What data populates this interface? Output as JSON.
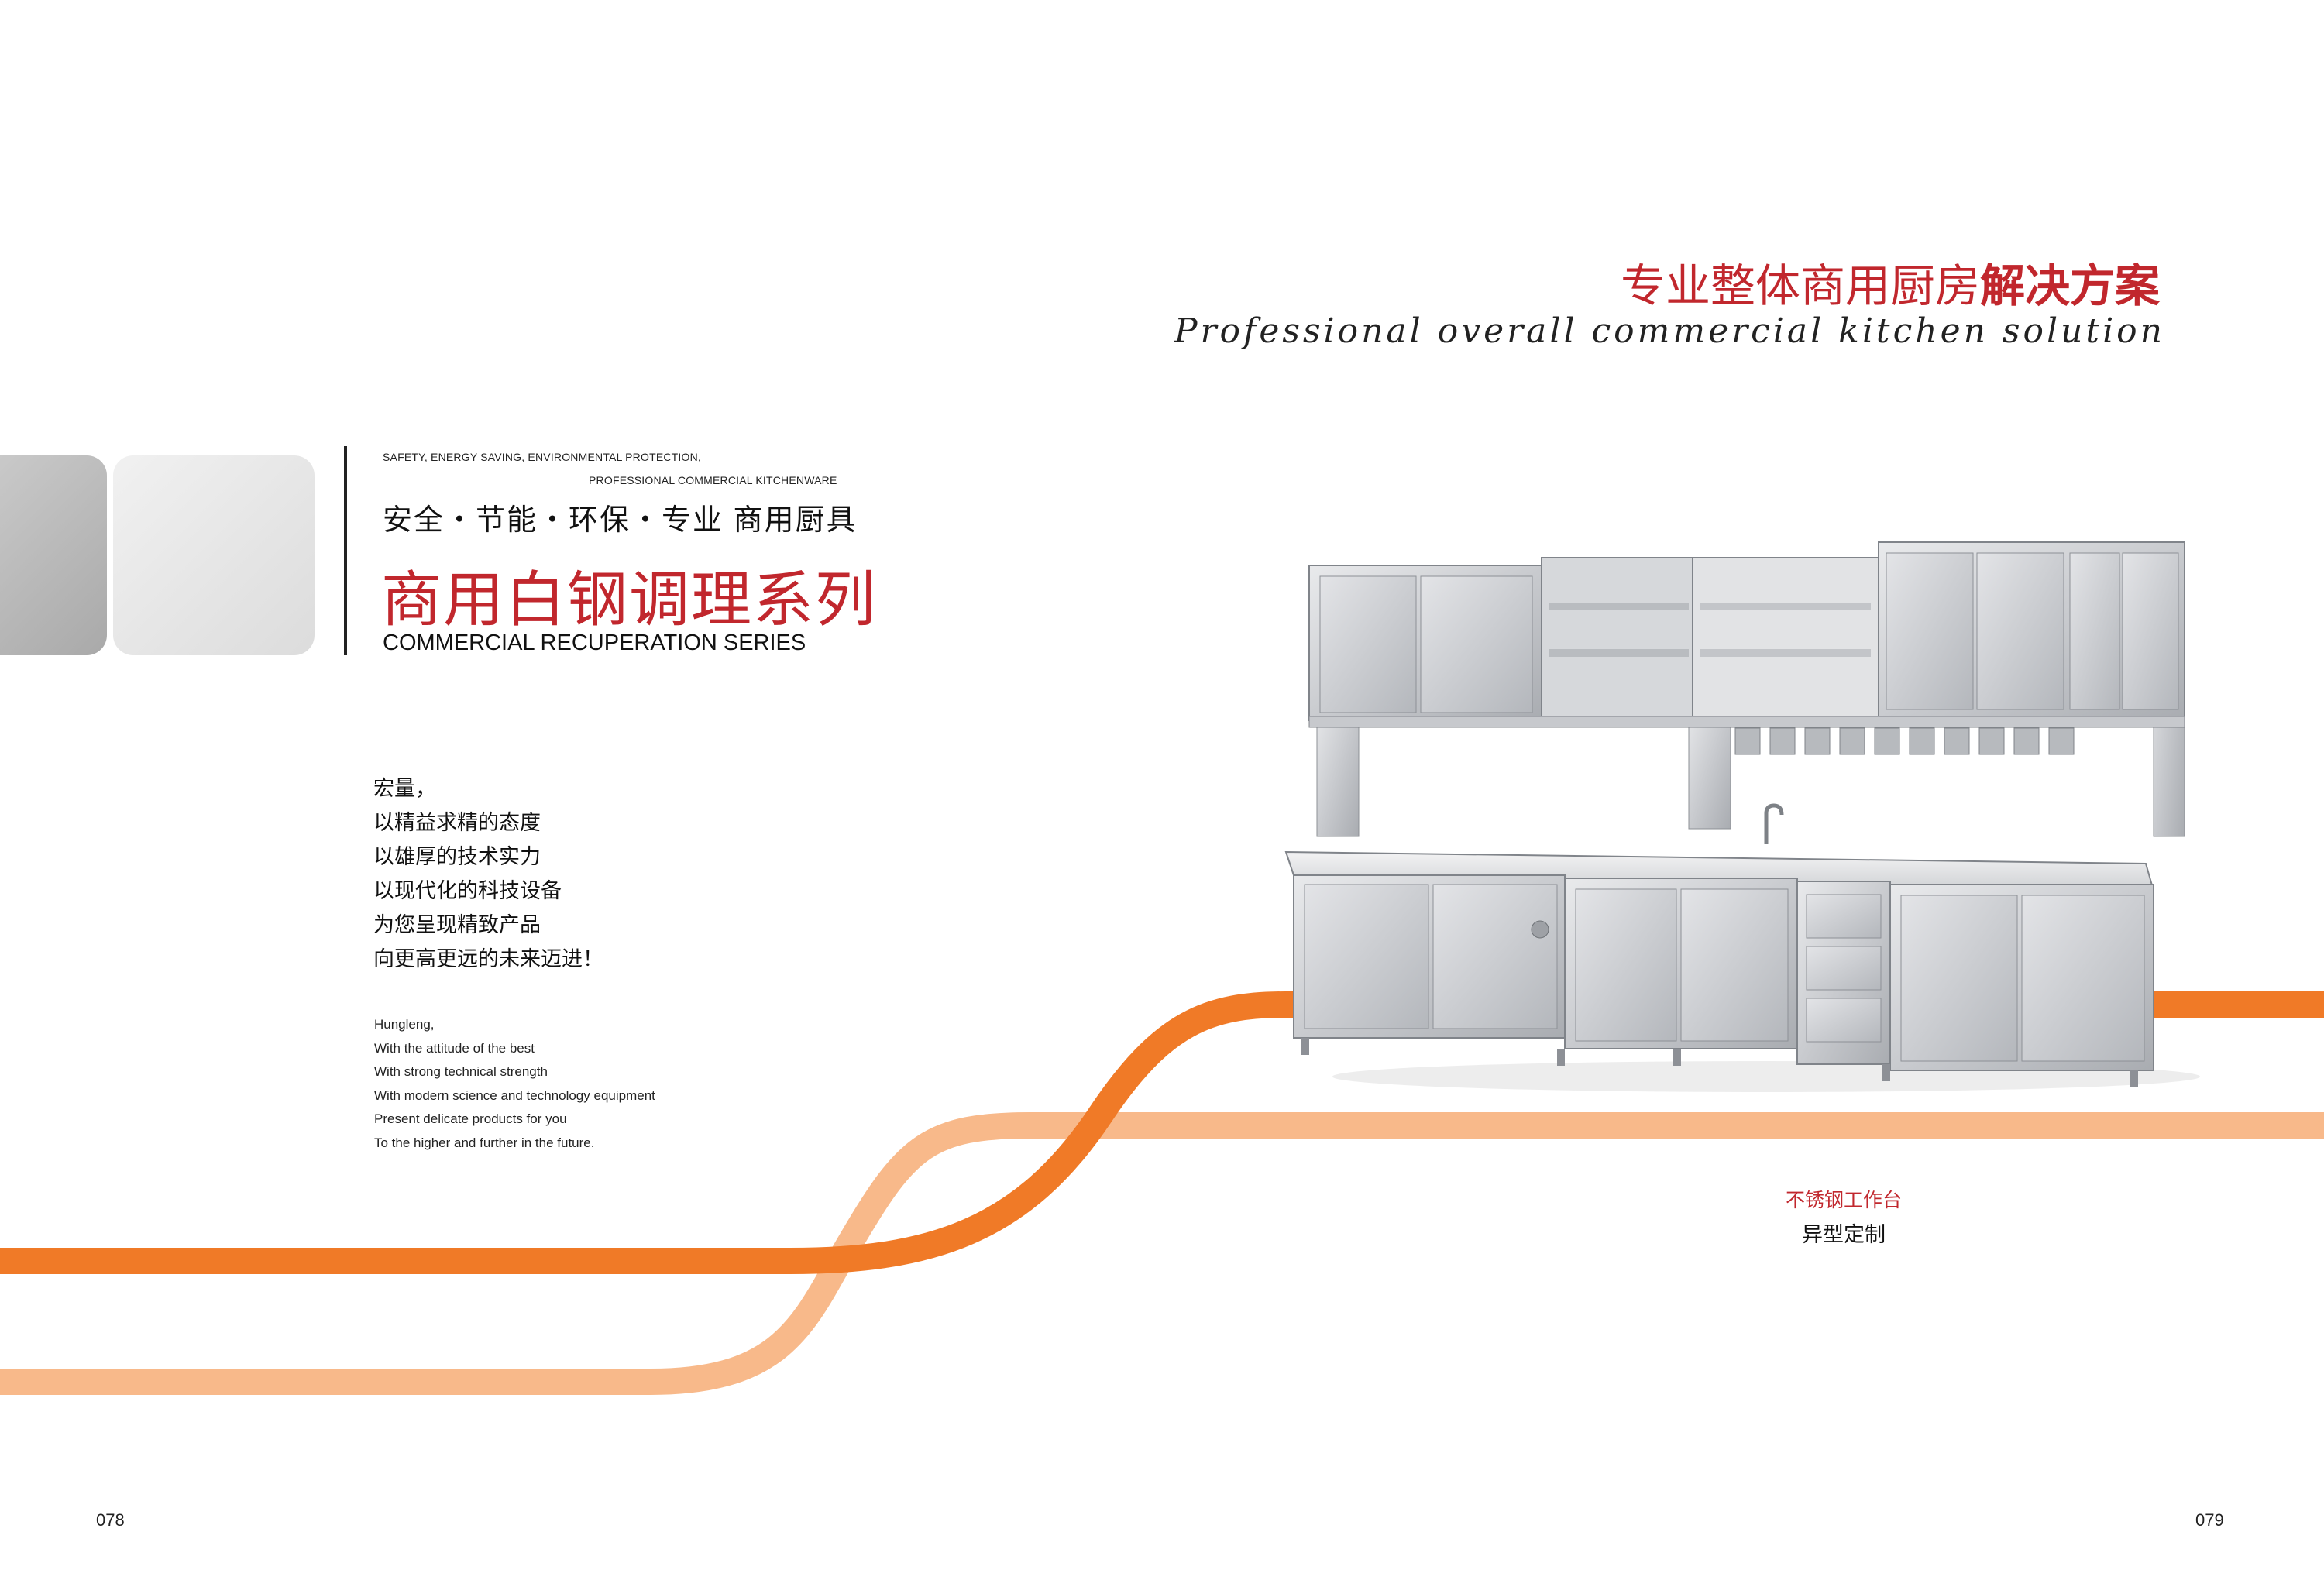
{
  "colors": {
    "brand_red": "#c1272d",
    "orange": "#f07a27",
    "light_orange": "#f8b98a",
    "text": "#111111"
  },
  "left_page": {
    "tagline_small_line1": "SAFETY, ENERGY SAVING, ENVIRONMENTAL PROTECTION,",
    "tagline_small_line2": "PROFESSIONAL COMMERCIAL KITCHENWARE",
    "subtitle_cn": "安全・节能・环保・专业 商用厨具",
    "title_cn": "商用白钢调理系列",
    "title_en": "COMMERCIAL RECUPERATION SERIES",
    "body_cn": [
      "宏量，",
      "以精益求精的态度",
      "以雄厚的技术实力",
      "以现代化的科技设备",
      "为您呈现精致产品",
      "向更高更远的未来迈进！"
    ],
    "body_en": [
      "Hungleng,",
      "With the attitude of the best",
      "With strong technical strength",
      "With modern science and technology equipment",
      "Present delicate products for you",
      "To the higher and further in the future."
    ],
    "page_number": "078"
  },
  "right_page": {
    "slogan_regular": "专业整体商用厨房",
    "slogan_bold": "解决方案",
    "slogan_en": "Professional overall commercial kitchen solution",
    "product_image": "stainless-steel-kitchen-workbench-image",
    "caption_line1": "不锈钢工作台",
    "caption_line2": "异型定制",
    "page_number": "079"
  }
}
